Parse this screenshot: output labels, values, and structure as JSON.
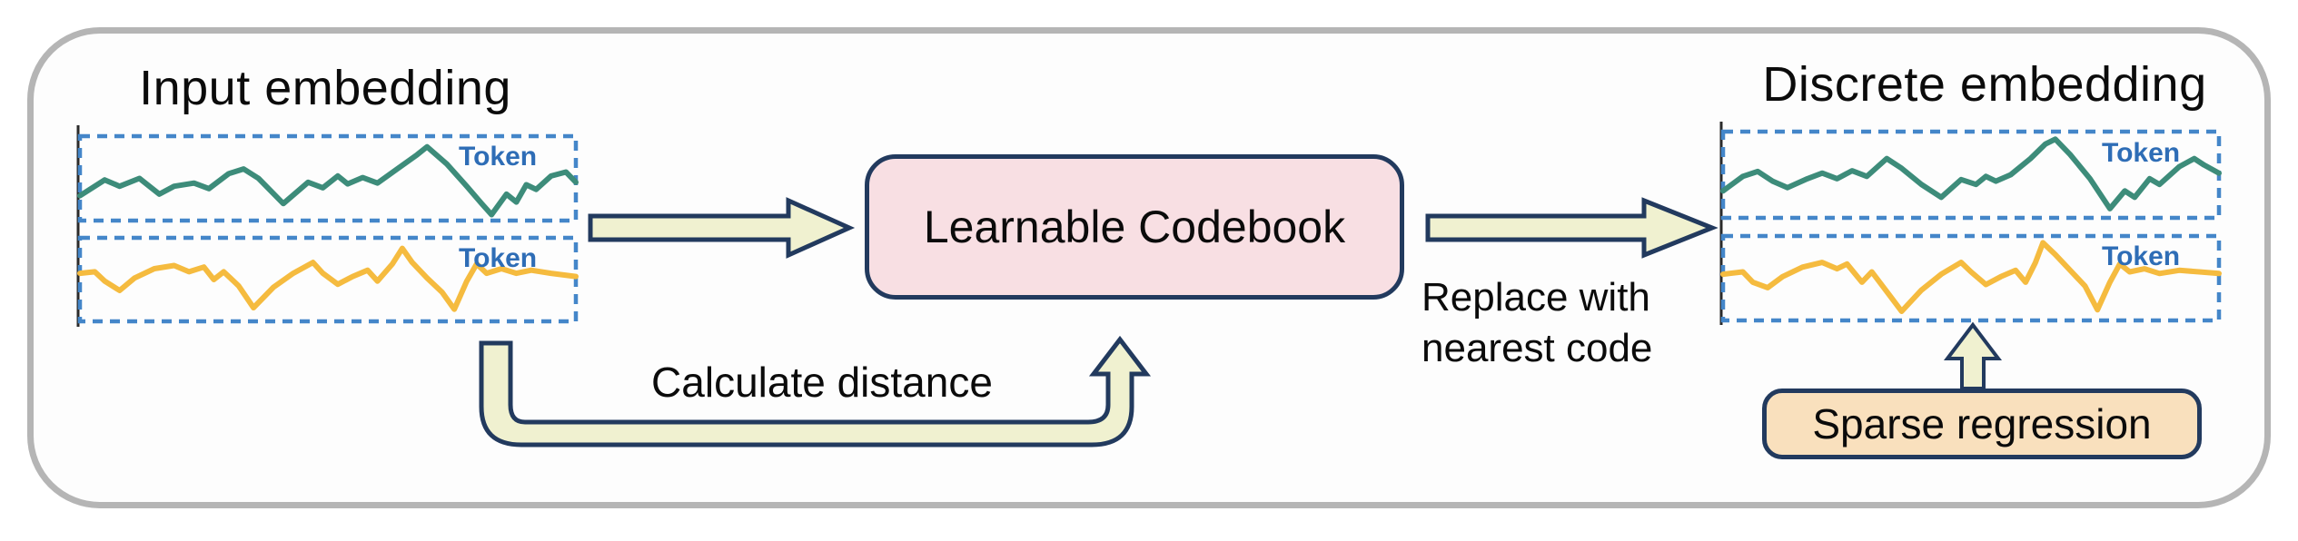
{
  "figure": {
    "input_panel": {
      "title": "Input embedding",
      "token_top": "Token",
      "token_bottom": "Token"
    },
    "codebook": {
      "label": "Learnable Codebook"
    },
    "discrete_panel": {
      "title": "Discrete embedding",
      "token_top": "Token",
      "token_bottom": "Token"
    },
    "annotations": {
      "calculate_distance": "Calculate distance",
      "replace_line1": "Replace with",
      "replace_line2": "nearest code"
    },
    "sparse_regression": {
      "label": "Sparse regression"
    }
  },
  "colors": {
    "panel-border": "#b5b5b5",
    "panel-bg": "#fdfdfd",
    "navy": "#223a5e",
    "cream": "#f0f1d0",
    "pink": "#f8dfe3",
    "peach": "#f9e0bd",
    "teal": "#3d8c7a",
    "gold": "#f5bb3f",
    "dash-blue": "#4486c9",
    "token-blue": "#2e6db6",
    "axis": "#2a2a2a",
    "ink": "#0b0b0b"
  }
}
